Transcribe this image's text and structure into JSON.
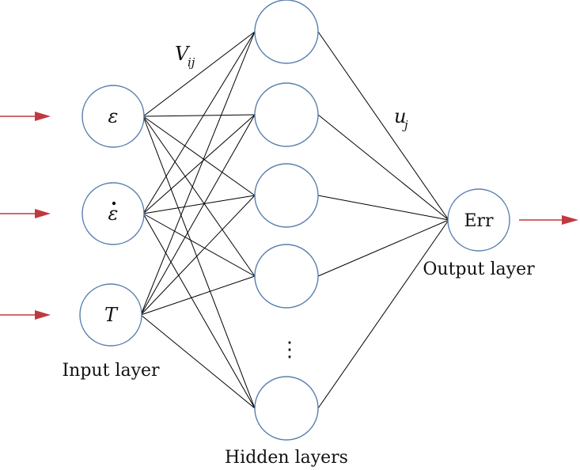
{
  "inputs": [
    {
      "id": "epsilon",
      "symbol": "ε",
      "dotted": false
    },
    {
      "id": "epsilon-dot",
      "symbol": "ε",
      "dotted": true
    },
    {
      "id": "temperature",
      "symbol": "T",
      "dotted": false
    }
  ],
  "hidden_count_visible": 5,
  "hidden_ellipsis": "⋮",
  "output": {
    "id": "err",
    "label": "Err"
  },
  "labels": {
    "input_layer": "Input layer",
    "hidden_layers": "Hidden layers",
    "output_layer": "Output layer",
    "weights_input_hidden": {
      "main": "V",
      "sub": "ij"
    },
    "weights_hidden_output": {
      "main": "u",
      "sub": "j"
    }
  },
  "colors": {
    "node_stroke": "#5a7fae",
    "arrow": "#c0393f",
    "edge": "#000000"
  }
}
